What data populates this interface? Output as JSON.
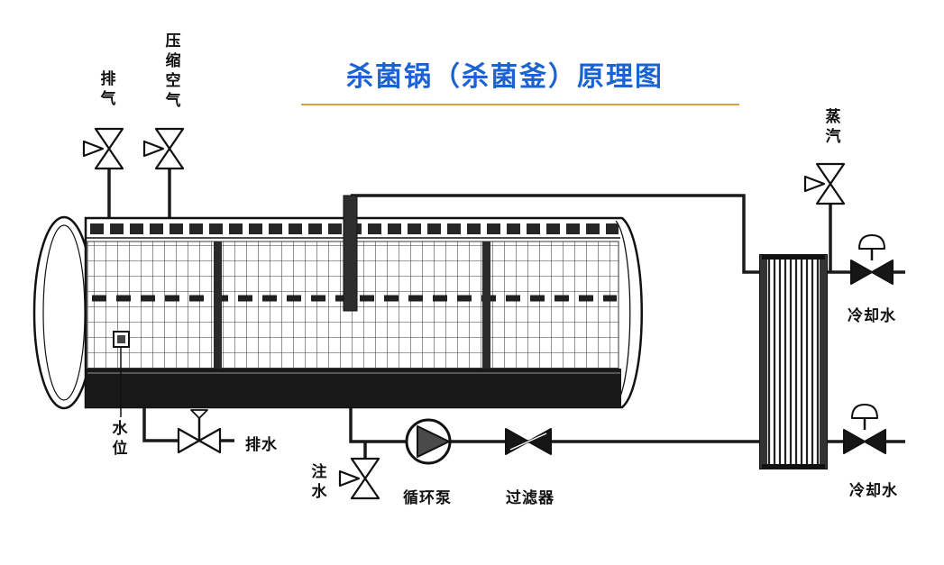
{
  "title": {
    "text": "杀菌锅（杀菌釜）原理图"
  },
  "labels": {
    "exhaust": "排气",
    "compressed_air": "压缩空气",
    "steam": "蒸汽",
    "cooling_water_top": "冷却水",
    "cooling_water_bottom": "冷却水",
    "water_level": "水位",
    "drain": "排水",
    "water_inject": "注水",
    "circulation_pump": "循环泵",
    "filter": "过滤器"
  },
  "colors": {
    "title_text": "#1b63d2",
    "title_underline": "#d8a23c",
    "diagram_lines": "#1a1a1a"
  }
}
